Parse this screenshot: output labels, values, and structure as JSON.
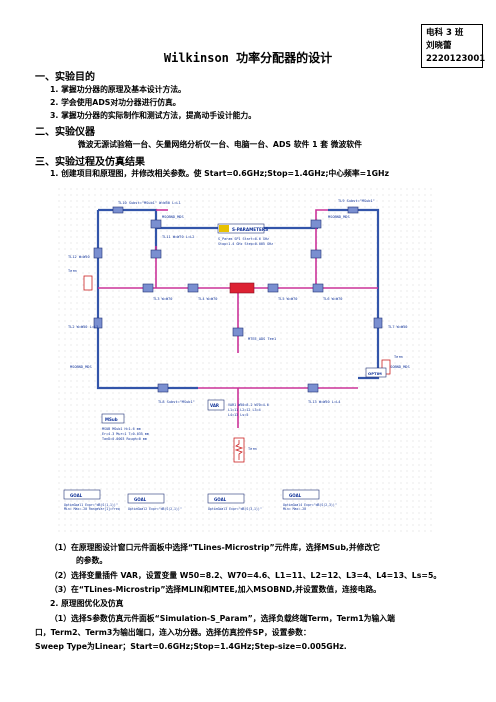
{
  "id_box": {
    "line1": "电科 3 班",
    "line2": "刘晓蕾",
    "line3": "2220123001"
  },
  "title": "Wilkinson 功率分配器的设计",
  "sections": {
    "s1": "一、实验目的",
    "s1_items": [
      "1.  掌握功分器的原理及基本设计方法。",
      "2.  学会使用ADS对功分器进行仿真。",
      "3.  掌握功分器的实际制作和测试方法，提高动手设计能力。"
    ],
    "s2": "二、实验仪器",
    "s2_text": "微波无源试验箱一台、矢量网络分析仪一台、电脑一台、ADS 软件 1 套  微波软件",
    "s3": "三、实验过程及仿真结果",
    "s3_item1": "1.  创建项目和原理图，并修改相关参数。使 Start=0.6GHz;Stop=1.4GHz;中心频率=1GHz"
  },
  "schematic": {
    "sparam": "S-PARAMETERS",
    "msub": "MSub",
    "goal": "GOAL",
    "ports": [
      "Term",
      "Term",
      "Term"
    ],
    "optim": "OPTIM"
  },
  "steps": {
    "p1": "（1）在原理图设计窗口元件面板中选择“TLines-Microstrip”元件库，选择MSub,并修改它",
    "p1b": "的参数。",
    "p2": "（2）选择变量插件 VAR，设置变量 W50=8.2、W70=4.6、L1=11、L2=12、L3=4、L4=13、Ls=5。",
    "p3": "（3）在“TLines-Microstrip”选择MLIN和MTEE,加入MSOBND,并设置数值，连接电路。",
    "h2": "2.  原理图优化及仿真",
    "p4": "（1）选择S参数仿真元件面板“Simulation-S_Param”，选择负载终端Term，Term1为输入端",
    "p4b": "口，Term2、Term3为输出端口，连入功分器。选择仿真控件SP，设置参数：",
    "p5": "Sweep Type为Linear；Start=0.6GHz;Stop=1.4GHz;Step-size=0.005GHz."
  }
}
